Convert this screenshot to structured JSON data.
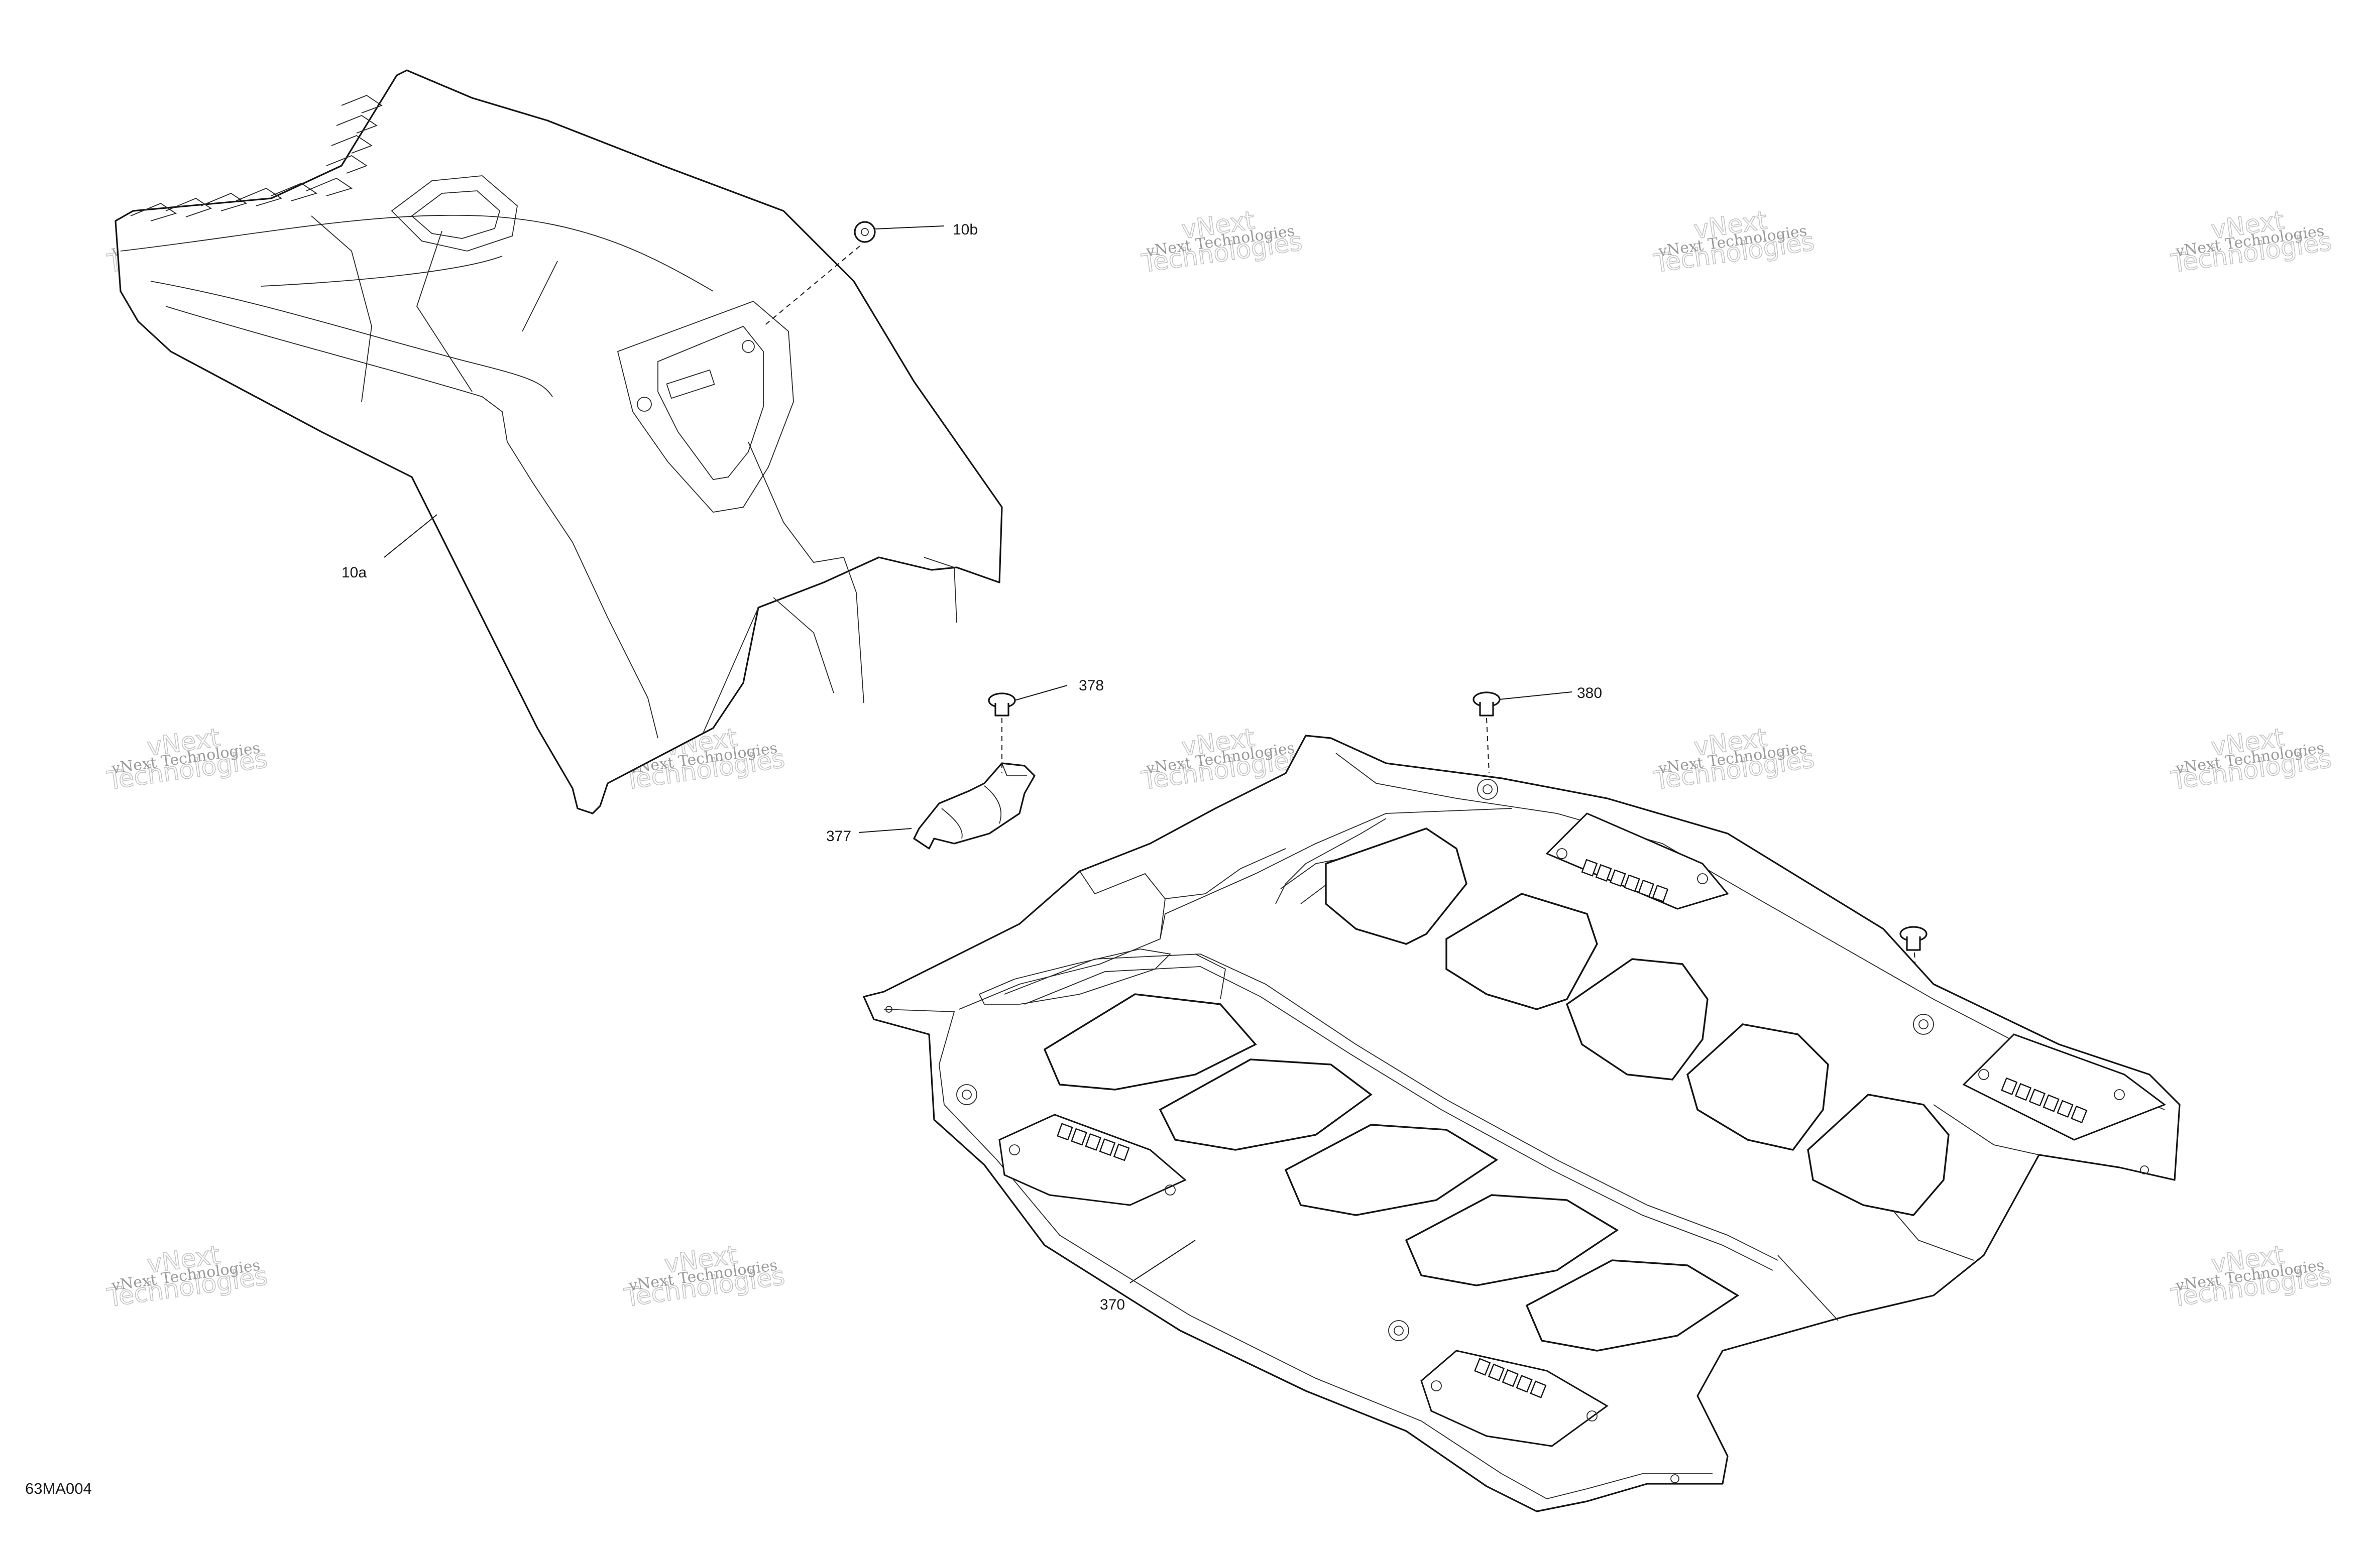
{
  "callouts": {
    "p10a": "10a",
    "p10b": "10b",
    "p370": "370",
    "p377": "377",
    "p378": "378",
    "p380": "380"
  },
  "diagram_code": "63MA004",
  "watermark": {
    "line1": "vNext Technologies",
    "line2": "vNext\nTechnologies"
  },
  "colors": {
    "line": "#141414",
    "watermark": "#b5b5b5",
    "background": "#ffffff"
  }
}
